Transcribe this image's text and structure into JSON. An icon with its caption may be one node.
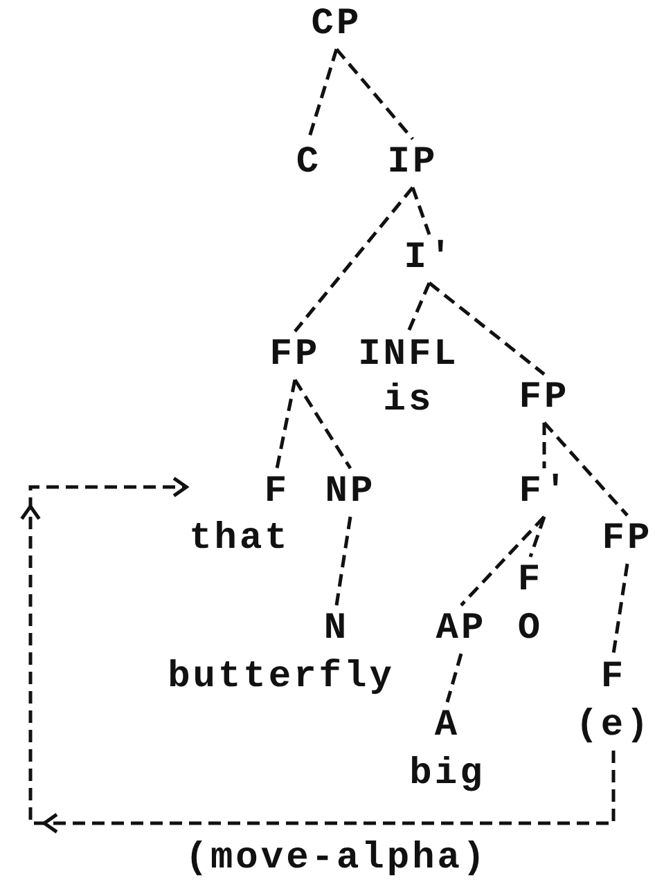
{
  "diagram": {
    "nodes": [
      {
        "text": [
          "CP"
        ]
      },
      {
        "text": [
          "C"
        ]
      },
      {
        "text": [
          "IP"
        ]
      },
      {
        "text": [
          "I'"
        ]
      },
      {
        "text": [
          "FP"
        ]
      },
      {
        "text": [
          "INFL",
          "is"
        ]
      },
      {
        "text": [
          "FP"
        ]
      },
      {
        "text": [
          "F",
          "that"
        ]
      },
      {
        "text": [
          "NP"
        ]
      },
      {
        "text": [
          "N",
          "butterfly"
        ]
      },
      {
        "text": [
          "F'"
        ]
      },
      {
        "text": [
          "FP"
        ]
      },
      {
        "text": [
          "AP"
        ]
      },
      {
        "text": [
          "F",
          "O"
        ]
      },
      {
        "text": [
          "A",
          "big"
        ]
      },
      {
        "text": [
          "F",
          "(e)"
        ]
      }
    ],
    "edges": [
      {
        "from": 0,
        "to": 1,
        "arrow": "none"
      },
      {
        "from": 0,
        "to": 2,
        "arrow": "none"
      },
      {
        "from": 2,
        "to": 4,
        "arrow": "none"
      },
      {
        "from": 2,
        "to": 3,
        "arrow": "none"
      },
      {
        "from": 3,
        "to": 5,
        "arrow": "none"
      },
      {
        "from": 3,
        "to": 6,
        "arrow": "none"
      },
      {
        "from": 4,
        "to": 7,
        "arrow": "none"
      },
      {
        "from": 4,
        "to": 8,
        "arrow": "none"
      },
      {
        "from": 8,
        "to": 9,
        "arrow": "none"
      },
      {
        "from": 6,
        "to": 10,
        "arrow": "none"
      },
      {
        "from": 6,
        "to": 11,
        "arrow": "none"
      },
      {
        "from": 10,
        "to": 12,
        "arrow": "none"
      },
      {
        "from": 10,
        "to": 13,
        "arrow": "none"
      },
      {
        "from": 12,
        "to": 14,
        "arrow": "none"
      },
      {
        "from": 11,
        "to": 15,
        "arrow": "none"
      },
      {
        "from": 15,
        "to": 7,
        "arrow": "to",
        "label": "(move-alpha)"
      }
    ]
  }
}
